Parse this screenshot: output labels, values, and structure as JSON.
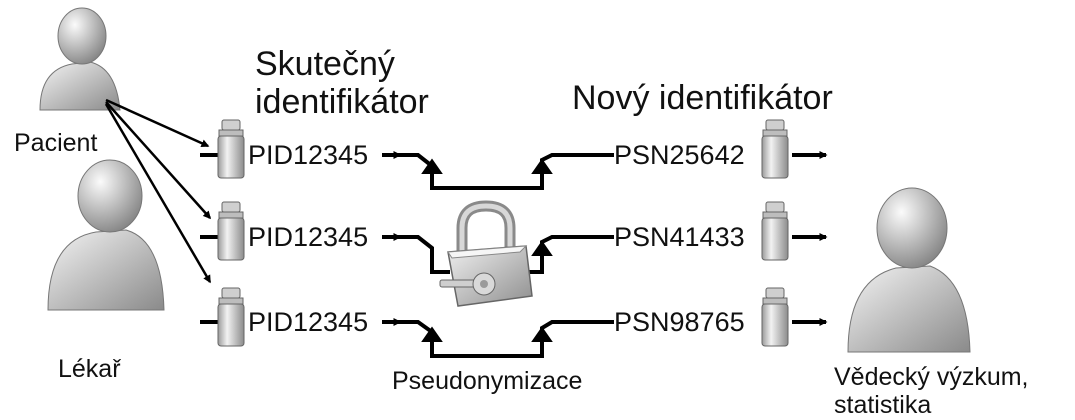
{
  "headers": {
    "real_id_line1": "Skutečný",
    "real_id_line2": "identifikátor",
    "new_id": "Nový identifikátor"
  },
  "actors": {
    "patient": "Pacient",
    "doctor": "Lékař",
    "research_line1": "Vědecký výzkum,",
    "research_line2": "statistika"
  },
  "process_label": "Pseudonymizace",
  "rows": [
    {
      "pid": "PID12345",
      "psn": "PSN25642"
    },
    {
      "pid": "PID12345",
      "psn": "PSN41433"
    },
    {
      "pid": "PID12345",
      "psn": "PSN98765"
    }
  ],
  "icons": [
    "person-icon",
    "vial-icon",
    "padlock-icon",
    "key-icon",
    "arrow-icon"
  ]
}
